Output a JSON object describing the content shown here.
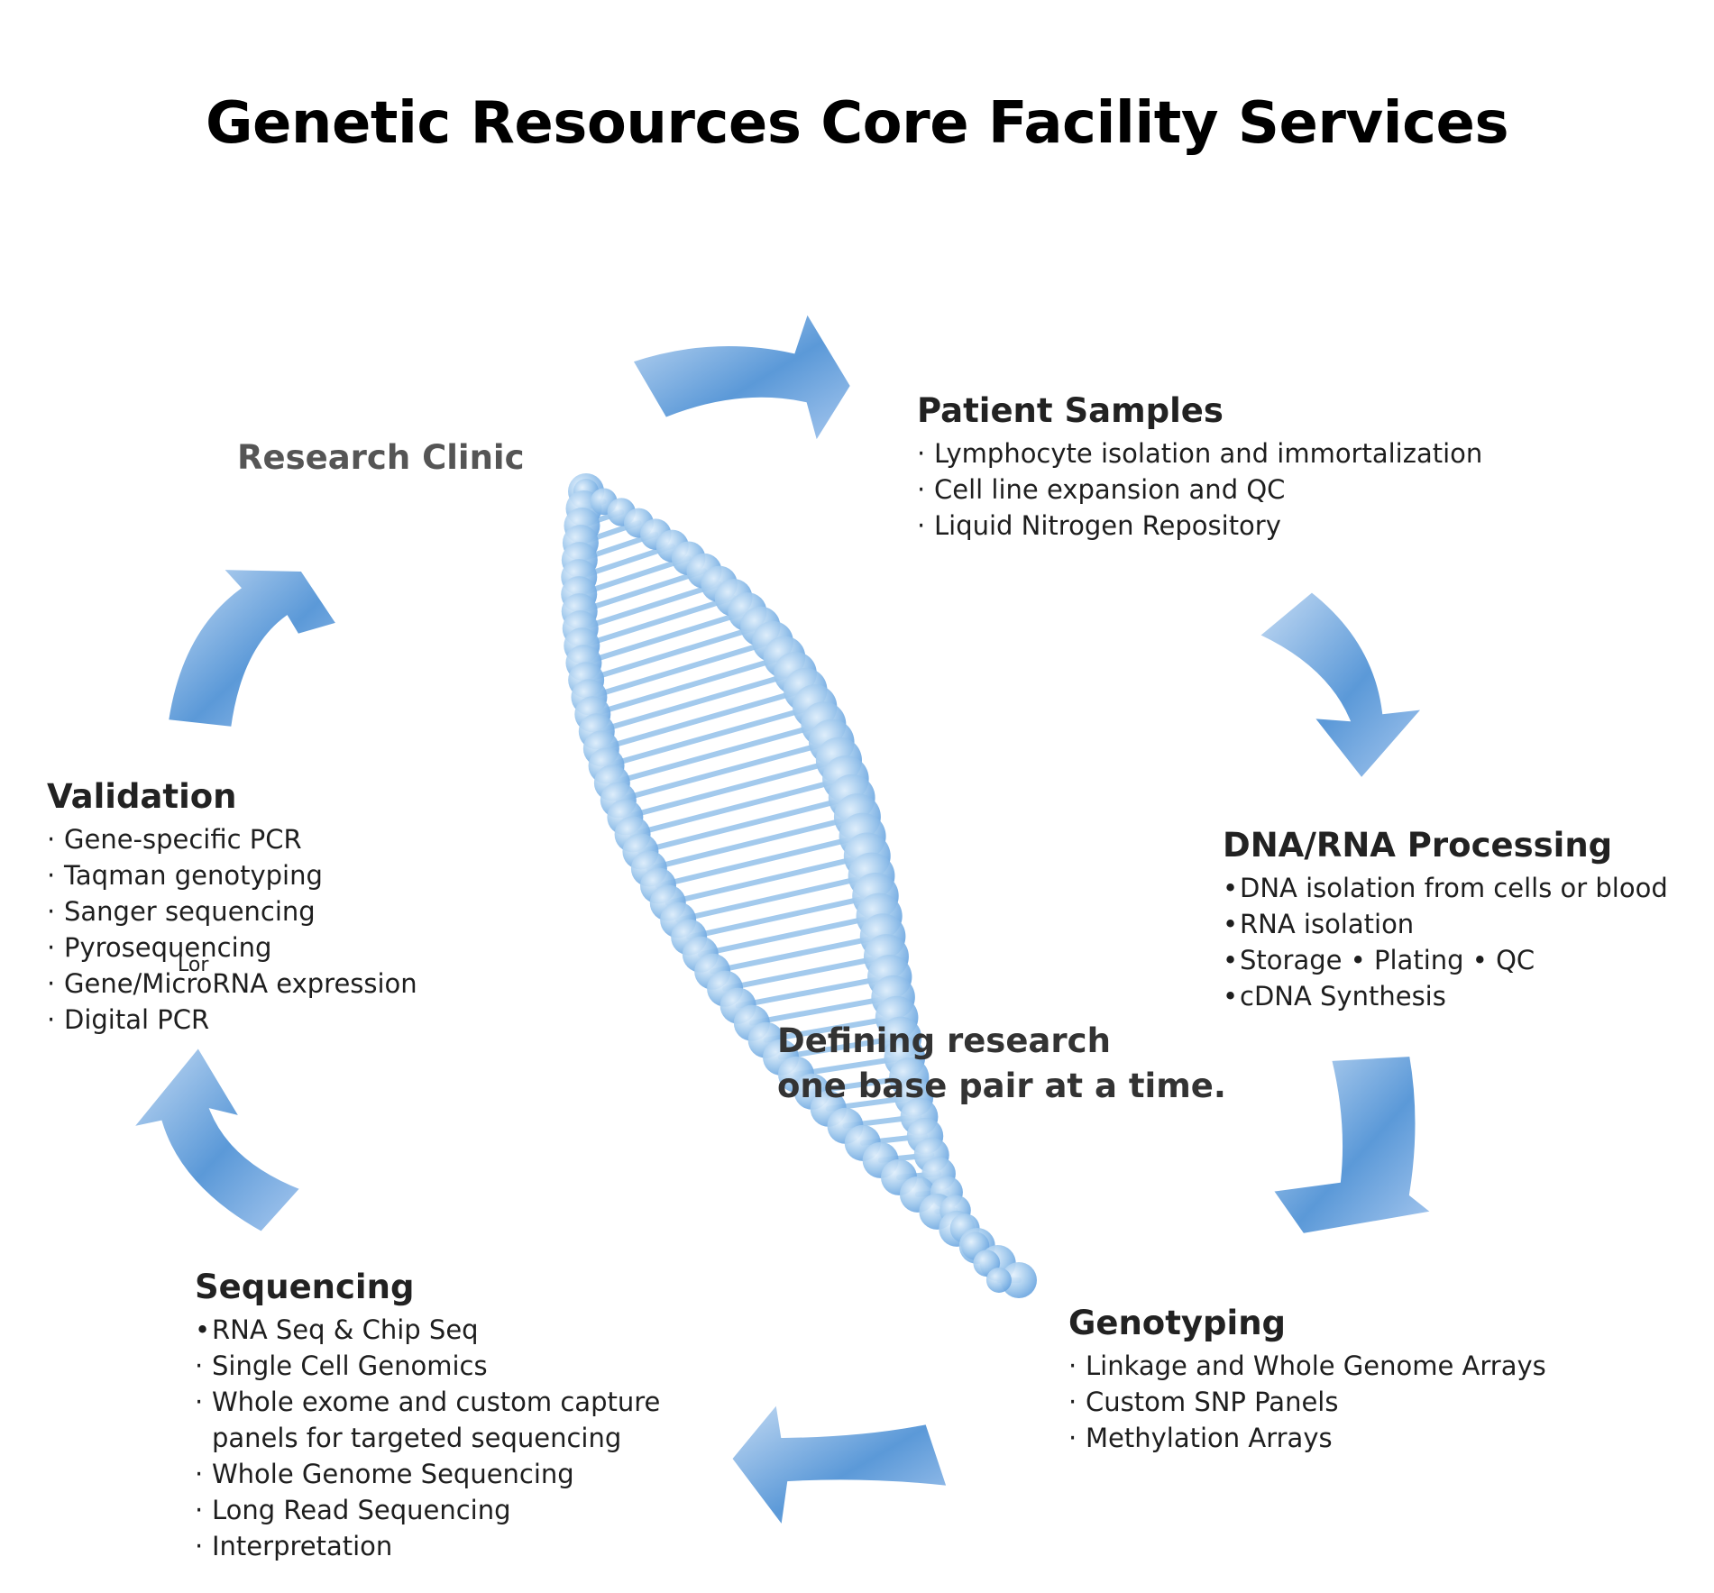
{
  "title": "Genetic Resources Core Facility Services",
  "colors": {
    "arrow": "#5b99d8",
    "arrow_light": "#c6dcf4",
    "helix": "#8dbde9",
    "helix_dark": "#6aa5e0"
  },
  "research_clinic": "Research Clinic",
  "tagline": {
    "line1": "Defining research",
    "line2": "one base pair at a time."
  },
  "stray_text": "Lor",
  "sections": {
    "patient_samples": {
      "heading": "Patient Samples",
      "items": [
        "Lymphocyte isolation and immortalization",
        "Cell line expansion and QC",
        "Liquid Nitrogen Repository"
      ]
    },
    "dna_rna": {
      "heading": "DNA/RNA Processing",
      "items": [
        "DNA isolation from cells or blood",
        "RNA isolation",
        "Storage • Plating •  QC",
        "cDNA Synthesis"
      ]
    },
    "genotyping": {
      "heading": "Genotyping",
      "items": [
        "Linkage and Whole Genome Arrays",
        "Custom SNP Panels",
        "Methylation Arrays"
      ]
    },
    "sequencing": {
      "heading": "Sequencing",
      "items": [
        "RNA Seq & Chip Seq",
        "Single Cell Genomics",
        "Whole exome and custom capture",
        "panels for targeted sequencing",
        "Whole Genome Sequencing",
        "Long Read Sequencing",
        "Interpretation"
      ]
    },
    "validation": {
      "heading": "Validation",
      "items": [
        "Gene-specific PCR",
        "Taqman genotyping",
        "Sanger sequencing",
        "Pyrosequencing",
        "Gene/MicroRNA expression",
        "Digital PCR"
      ]
    }
  }
}
